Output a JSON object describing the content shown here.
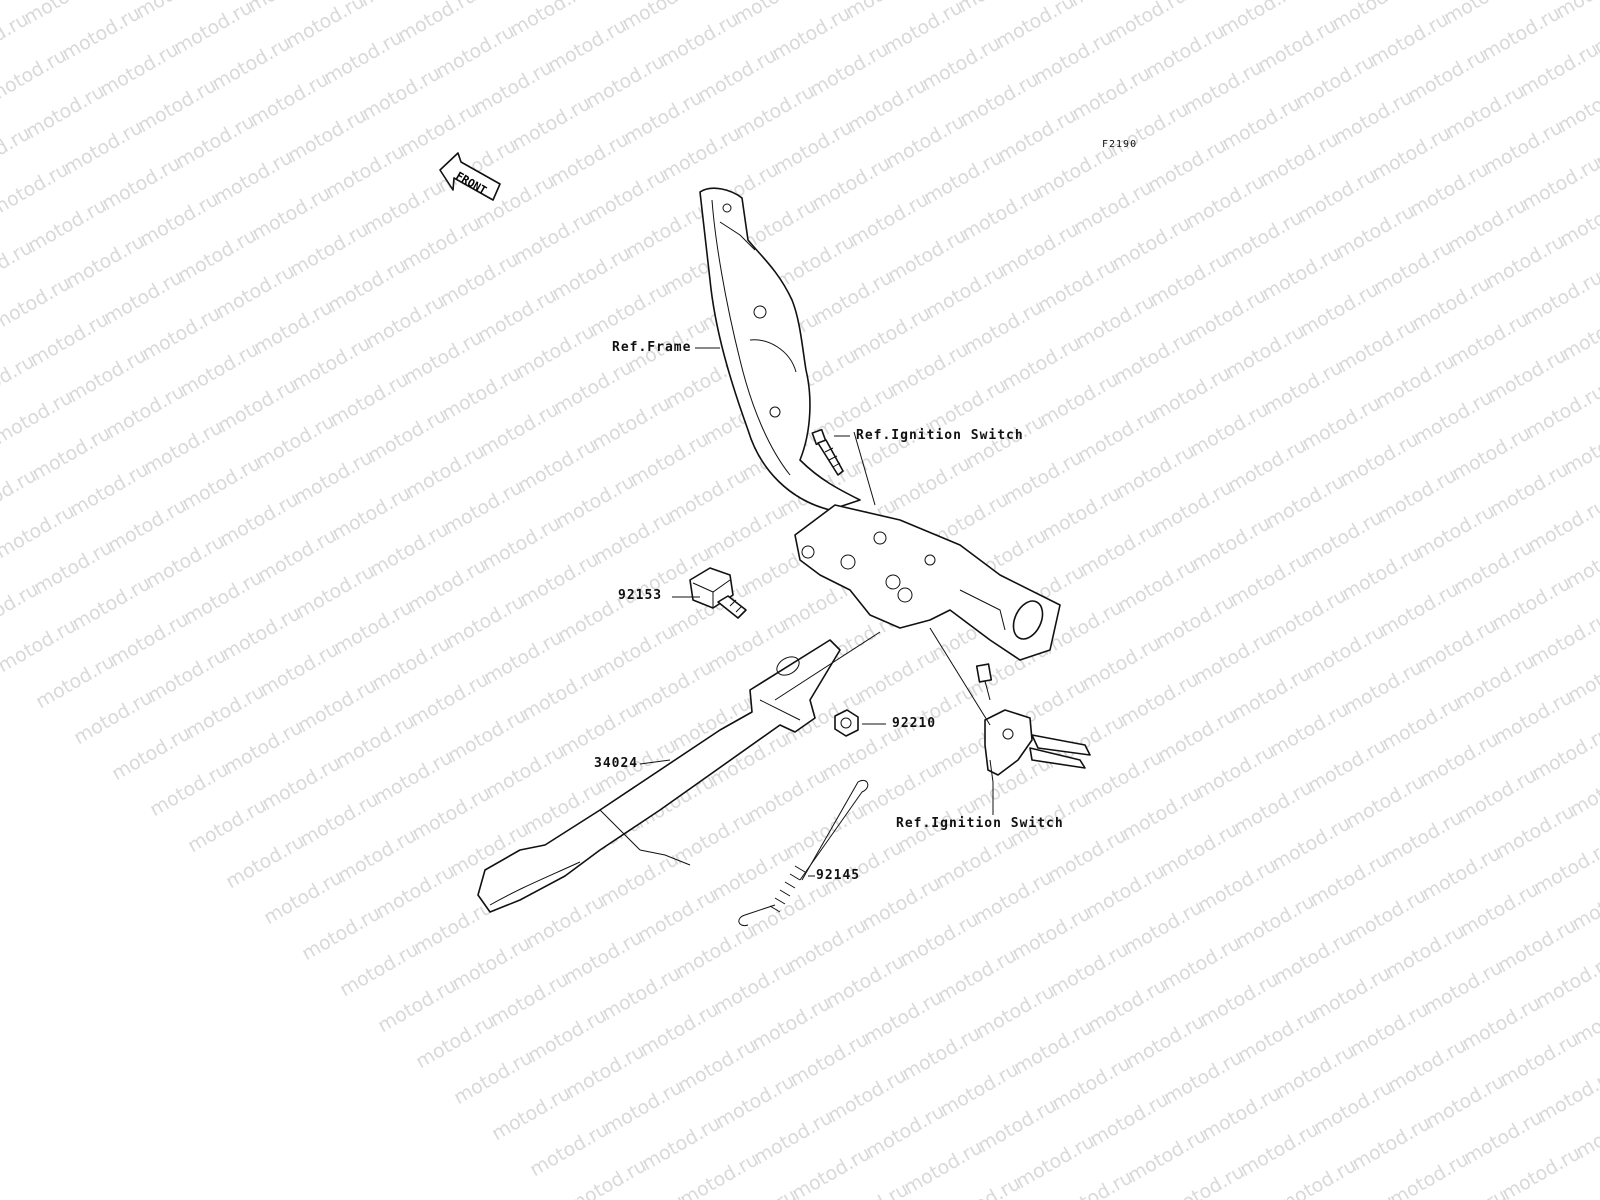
{
  "watermark": {
    "text": "motod.ru",
    "color": "#d9d9d9"
  },
  "figure_code": "F2190",
  "front_arrow": {
    "text": "FRONT"
  },
  "labels": {
    "ref_frame": "Ref.Frame",
    "ref_ignition_top": "Ref.Ignition Switch",
    "ref_ignition_bottom": "Ref.Ignition Switch",
    "part_92153": "92153",
    "part_92210": "92210",
    "part_34024": "34024",
    "part_92145": "92145"
  }
}
